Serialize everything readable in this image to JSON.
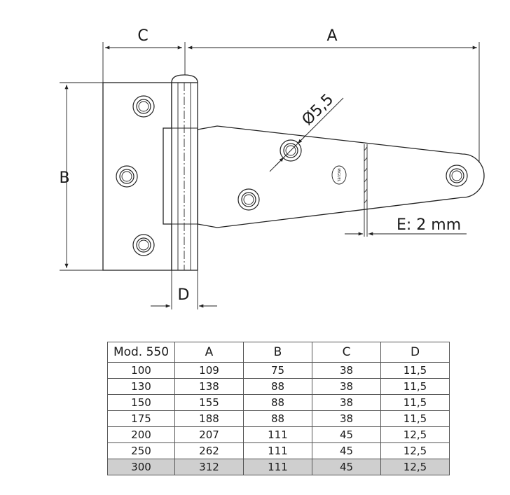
{
  "diagram": {
    "dimension_labels": {
      "a": "A",
      "b": "B",
      "c": "C",
      "d": "D",
      "hole": "Ø5,5",
      "thickness": "E: 2 mm"
    },
    "logo_text": "MIGUEL"
  },
  "table": {
    "headers": [
      "Mod. 550",
      "A",
      "B",
      "C",
      "D"
    ],
    "rows": [
      [
        "100",
        "109",
        "75",
        "38",
        "11,5"
      ],
      [
        "130",
        "138",
        "88",
        "38",
        "11,5"
      ],
      [
        "150",
        "155",
        "88",
        "38",
        "11,5"
      ],
      [
        "175",
        "188",
        "88",
        "38",
        "11,5"
      ],
      [
        "200",
        "207",
        "111",
        "45",
        "12,5"
      ],
      [
        "250",
        "262",
        "111",
        "45",
        "12,5"
      ],
      [
        "300",
        "312",
        "111",
        "45",
        "12,5"
      ]
    ],
    "highlight_row": 6,
    "highlight_color": "#cfcfcf"
  }
}
